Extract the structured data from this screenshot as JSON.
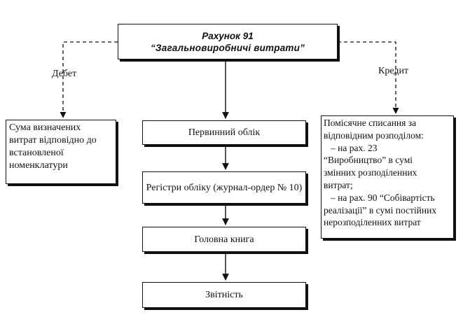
{
  "title": {
    "line1": "Рахунок 91",
    "line2": "“Загальновиробничі витрати”"
  },
  "labels": {
    "debit": "Дебет",
    "credit": "Кредит"
  },
  "left_box": {
    "lines": [
      "Сума визначених",
      "витрат відповідно до",
      "встановленої",
      "номенклатури"
    ]
  },
  "right_box": {
    "lines": [
      "Помісячне списання за",
      "відповідним розподілом:",
      "–     на рах. 23",
      "“Виробництво” в сумі",
      "змінних розподіленних",
      "витрат;",
      "–     на рах. 90 “Собівартість",
      "реалізації” в сумі постійних",
      "нерозподіленних витрат"
    ]
  },
  "steps": [
    "Первинний облік",
    "Регістри обліку (журнал-ордер № 10)",
    "Головна книга",
    "Звітність"
  ]
}
